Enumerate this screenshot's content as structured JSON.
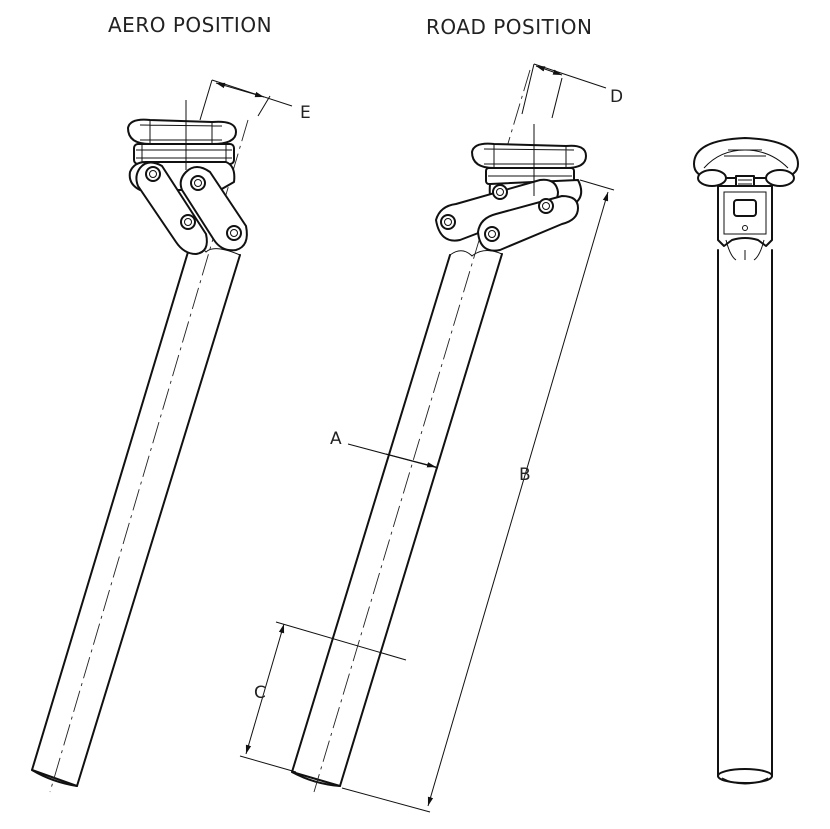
{
  "views": {
    "aero": {
      "title": "AERO POSITION"
    },
    "road": {
      "title": "ROAD POSITION"
    }
  },
  "dimensions": {
    "a": "A",
    "b": "B",
    "c": "C",
    "d": "D",
    "e": "E"
  }
}
